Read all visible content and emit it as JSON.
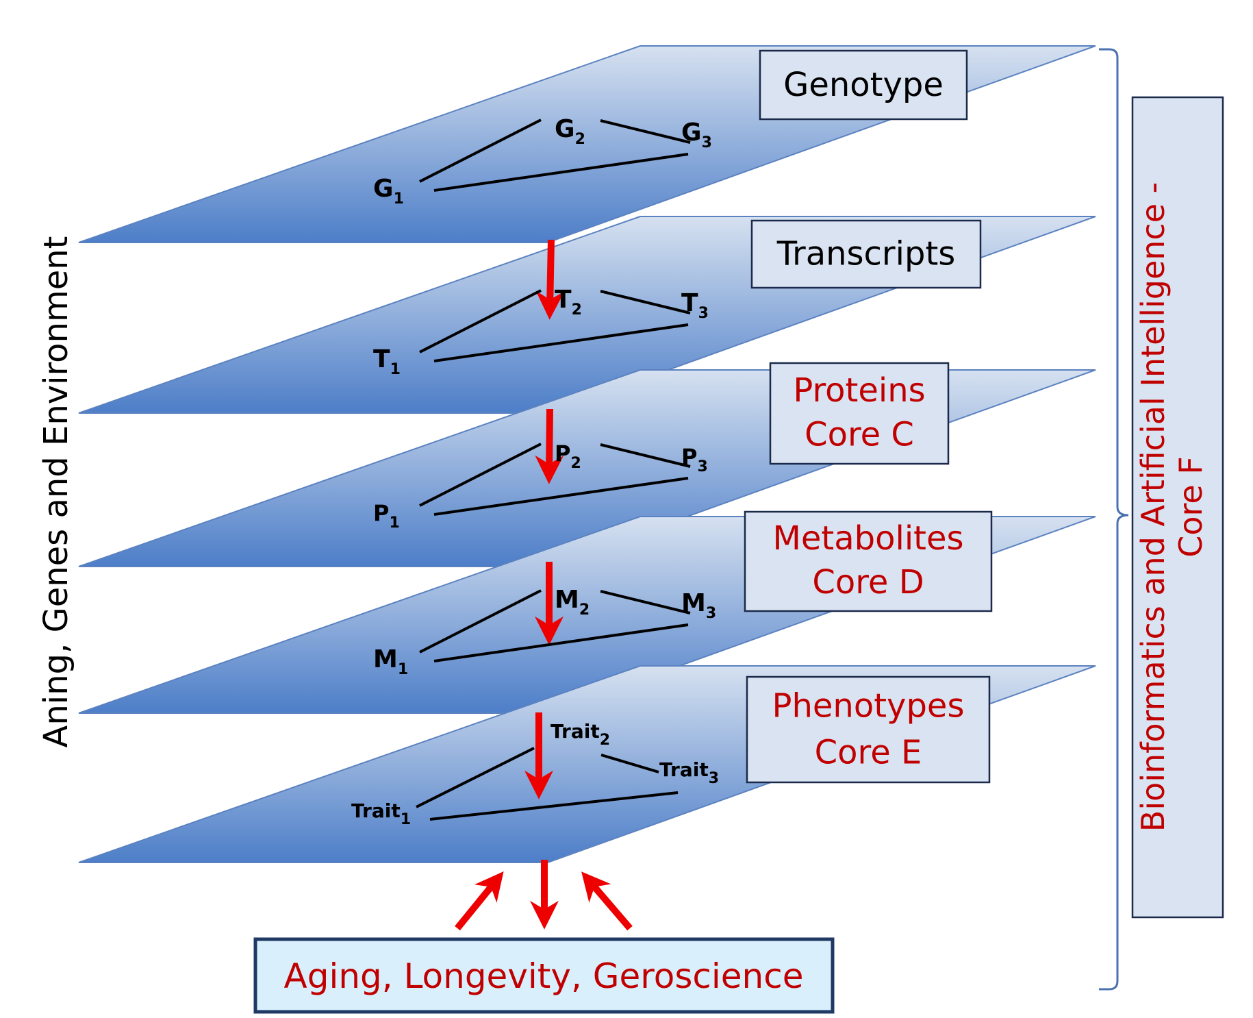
{
  "side_label": "Aning, Genes and Environment",
  "layers": [
    {
      "title": "Genotype",
      "title_color": "#000000",
      "subtitle": "",
      "nodes": [
        {
          "base": "G",
          "sub": "1"
        },
        {
          "base": "G",
          "sub": "2"
        },
        {
          "base": "G",
          "sub": "3"
        }
      ]
    },
    {
      "title": "Transcripts",
      "title_color": "#000000",
      "subtitle": "",
      "nodes": [
        {
          "base": "T",
          "sub": "1"
        },
        {
          "base": "T",
          "sub": "2"
        },
        {
          "base": "T",
          "sub": "3"
        }
      ]
    },
    {
      "title": "Proteins",
      "title_color": "#c00000",
      "subtitle": "Core C",
      "nodes": [
        {
          "base": "P",
          "sub": "1"
        },
        {
          "base": "P",
          "sub": "2"
        },
        {
          "base": "P",
          "sub": "3"
        }
      ]
    },
    {
      "title": "Metabolites",
      "title_color": "#c00000",
      "subtitle": "Core D",
      "nodes": [
        {
          "base": "M",
          "sub": "1"
        },
        {
          "base": "M",
          "sub": "2"
        },
        {
          "base": "M",
          "sub": "3"
        }
      ]
    },
    {
      "title": "Phenotypes",
      "title_color": "#c00000",
      "subtitle": "Core E",
      "nodes": [
        {
          "base": "Trait",
          "sub": "1"
        },
        {
          "base": "Trait",
          "sub": "2"
        },
        {
          "base": "Trait",
          "sub": "3"
        }
      ]
    }
  ],
  "bioinformatics": {
    "line1": "Bioinformatics and Artificial Intelligence -",
    "line2": "Core F"
  },
  "bottom": {
    "label": "Aging, Longevity, Geroscience"
  },
  "colors": {
    "arrow": "#ee0000",
    "accent_red": "#c00000",
    "plane_dark": "#4f7fc9",
    "plane_light": "#cfdcee",
    "bracket": "#4a72b0"
  }
}
